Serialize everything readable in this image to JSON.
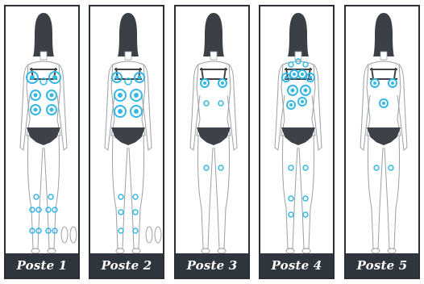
{
  "panels": [
    {
      "label": "Poste 1"
    },
    {
      "label": "Poste 2"
    },
    {
      "label": "Poste 3"
    },
    {
      "label": "Poste 4"
    },
    {
      "label": "Poste 5"
    }
  ],
  "colors": {
    "frame": "#2a2f36",
    "label_bg": "#2f353d",
    "label_text": "#ffffff",
    "electrode": "#35b7e5",
    "skin_line": "#9aa0a6",
    "hair": "#3b3f46",
    "garment": "#3d4148"
  },
  "icons": [
    "electrode-icon",
    "footprint-icon"
  ]
}
